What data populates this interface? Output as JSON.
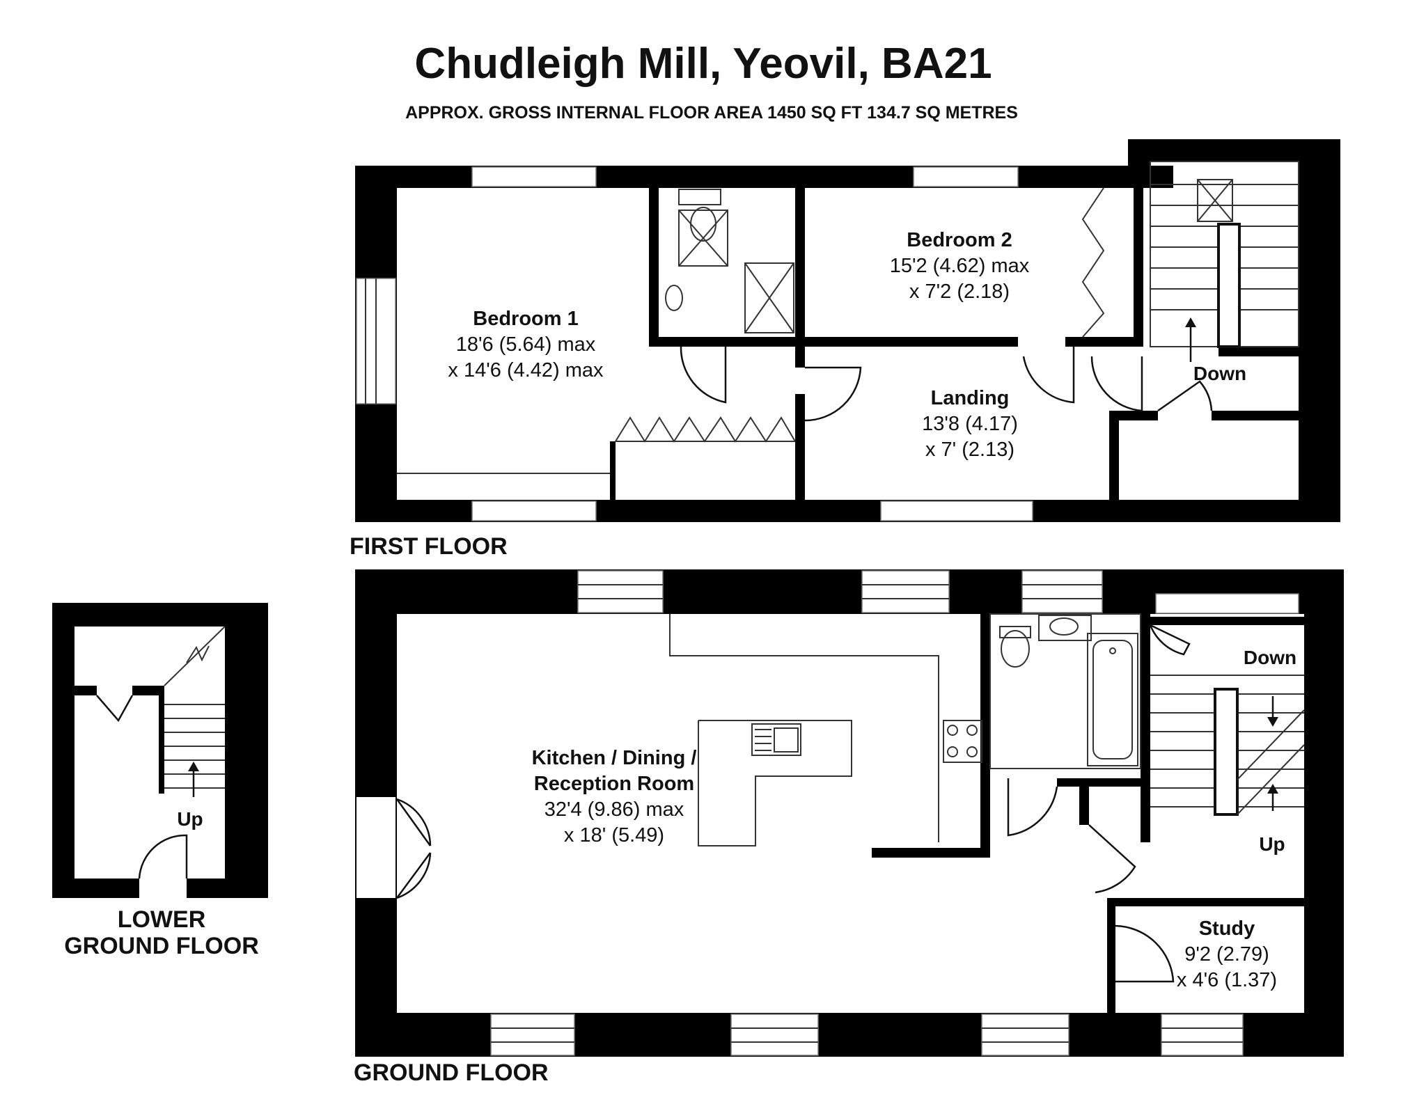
{
  "title": "Chudleigh Mill, Yeovil, BA21",
  "subtitle": "APPROX. GROSS INTERNAL FLOOR AREA 1450 SQ FT 134.7 SQ METRES",
  "floors": {
    "first": "FIRST FLOOR",
    "ground": "GROUND FLOOR",
    "lower_line1": "LOWER",
    "lower_line2": "GROUND FLOOR"
  },
  "rooms": {
    "bedroom1": {
      "name": "Bedroom 1",
      "dim1": "18'6 (5.64) max",
      "dim2": "x 14'6 (4.42) max"
    },
    "bedroom2": {
      "name": "Bedroom 2",
      "dim1": "15'2 (4.62) max",
      "dim2": "x 7'2 (2.18)"
    },
    "landing": {
      "name": "Landing",
      "dim1": "13'8 (4.17)",
      "dim2": "x 7' (2.13)"
    },
    "kitchen": {
      "name1": "Kitchen / Dining /",
      "name2": "Reception Room",
      "dim1": "32'4 (9.86) max",
      "dim2": "x 18' (5.49)"
    },
    "study": {
      "name": "Study",
      "dim1": "9'2 (2.79)",
      "dim2": "x 4'6 (1.37)"
    }
  },
  "stairs": {
    "first_down": "Down",
    "ground_down": "Down",
    "ground_up": "Up",
    "lower_up": "Up"
  }
}
